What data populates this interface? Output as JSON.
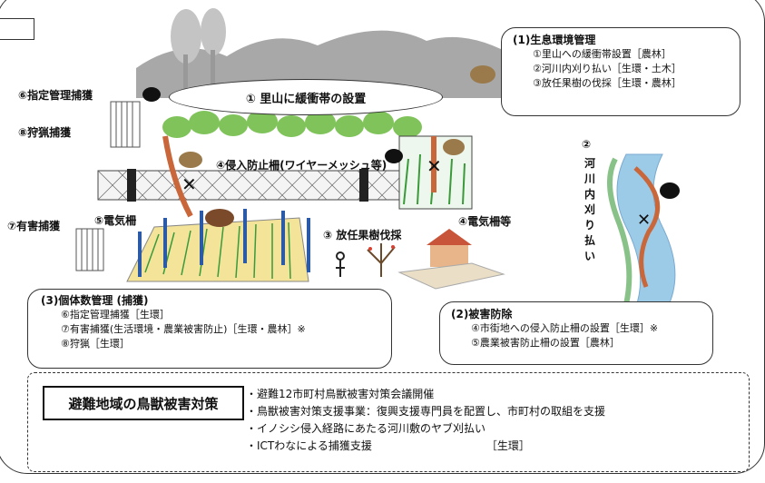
{
  "boxes": {
    "habitat": {
      "title": "(1)生息環境管理",
      "items": [
        "①里山への緩衝帯設置［農林］",
        "②河川内刈り払い［生環・土木］",
        "③放任果樹の伐採［生環・農林］"
      ]
    },
    "population": {
      "title": "(3)個体数管理 (捕獲)",
      "items": [
        "⑥指定管理捕獲［生環］",
        "⑦有害捕獲(生活環境・農業被害防止)［生環・農林］※",
        "⑧狩猟［生環］"
      ]
    },
    "damage": {
      "title": "(2)被害防除",
      "items": [
        "④市街地への侵入防止柵の設置［生環］※",
        "⑤農業被害防止柵の設置［農林］"
      ]
    }
  },
  "labels": {
    "buffer_ellipse": "① 里山に緩衝帯の設置",
    "designated_capture": "⑥指定管理捕獲",
    "hunting_capture": "⑧狩猟捕獲",
    "intrusion_fence": "④侵入防止柵(ワイヤーメッシュ等)",
    "harmful_capture": "⑦有害捕獲",
    "electric_fence": "⑤電気柵",
    "abandoned_fruit": "③ 放任果樹伐採",
    "electric_fence_etc": "④電気柵等",
    "river_num": "②",
    "river_vertical": [
      "河",
      "川",
      "内",
      "刈",
      "り",
      "払",
      "い"
    ]
  },
  "evac": {
    "label": "避難地域の鳥獣被害対策",
    "lines": [
      "・避難12市町村鳥獣被害対策会議開催",
      "・鳥獣被害対策支援事業：復興支援専門員を配置し、市町村の取組を支援",
      "・イノシシ侵入経路にあたる河川敷のヤブ刈払い",
      "・ICTわなによる捕獲支援　　　　　　　　　　　［生環］"
    ]
  },
  "colors": {
    "mountain": "#a8a8a8",
    "tree": "#7fc35a",
    "field": "#f3e49a",
    "river": "#9ccbe8",
    "house": "#e7b589"
  }
}
